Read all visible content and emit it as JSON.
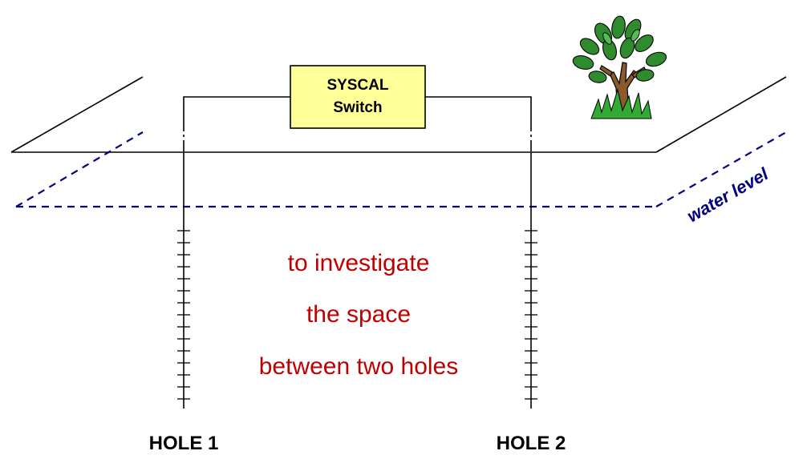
{
  "switch_box": {
    "line1": "SYSCAL",
    "line2": "Switch"
  },
  "water_label": "water level",
  "description": [
    "to investigate",
    "the space",
    "between two holes"
  ],
  "holes": [
    {
      "label": "HOLE 1"
    },
    {
      "label": "HOLE 2"
    }
  ],
  "colors": {
    "line": "#000000",
    "water": "#000080",
    "description_text": "#c00000",
    "switch_fill": "#ffff99",
    "tree_trunk": "#8b5a2b",
    "foliage": "#2e8b2e",
    "grass": "#33aa33"
  },
  "icons": [
    "tree-icon"
  ]
}
